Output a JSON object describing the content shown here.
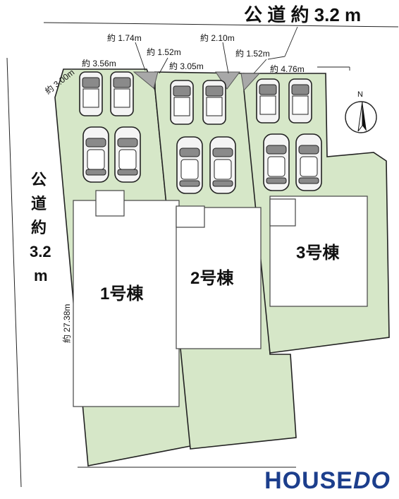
{
  "road_top": "公 道 約 3.2 m",
  "road_left": [
    "公",
    "道",
    "約",
    "3.2",
    "m"
  ],
  "measurements": {
    "top_174": "約 1.74m",
    "top_210": "約 2.10m",
    "top_152a": "約 1.52m",
    "top_152b": "約 1.52m",
    "top_356": "約 3.56m",
    "top_305": "約 3.05m",
    "top_476": "約 4.76m",
    "corner_300": "約 3.00m",
    "side_2738": "約 27.38m"
  },
  "houses": {
    "h1": "1号棟",
    "h2": "2号棟",
    "h3": "3号棟"
  },
  "compass": {
    "label": "N"
  },
  "logo": {
    "text": "HOUSE",
    "text2": "DO"
  }
}
